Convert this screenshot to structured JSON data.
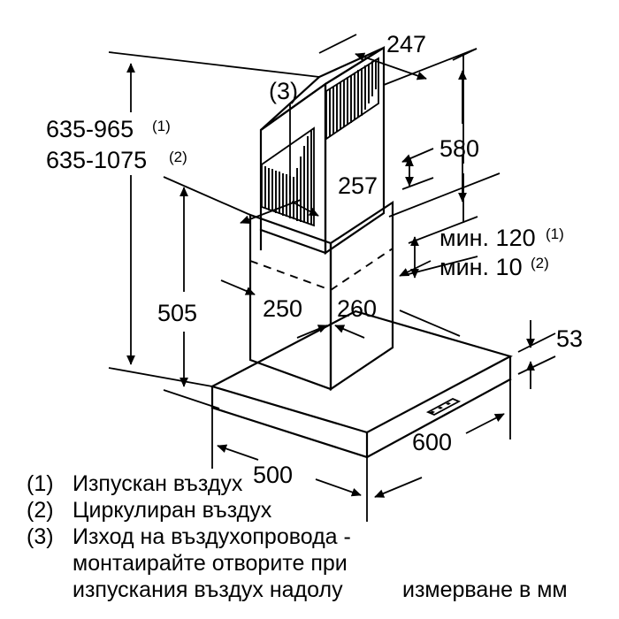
{
  "drawing": {
    "title": "Range hood installation dimension drawing",
    "units_note": "измерване в мм",
    "dimensions": {
      "height_range_1": "635-965",
      "height_range_1_sup": "(1)",
      "height_range_2": "635-1075",
      "height_range_2_sup": "(2)",
      "chimney_upper_depth": "247",
      "chimney_upper_height": "580",
      "chimney_lower_face": "257",
      "canopy_top_to_cooktop": "505",
      "chimney_width_left": "250",
      "chimney_width_right": "260",
      "min_clearance_1_label": "мин. 120",
      "min_clearance_1_sup": "(1)",
      "min_clearance_2_label": "мин. 10",
      "min_clearance_2_sup": "(2)",
      "canopy_thickness": "53",
      "canopy_width": "500",
      "canopy_depth": "600"
    },
    "callouts": {
      "duct_outlet": "(3)"
    },
    "legend": [
      {
        "marker": "(1)",
        "text": "Изпускан въздух"
      },
      {
        "marker": "(2)",
        "text": "Циркулиран въздух"
      },
      {
        "marker": "(3)",
        "text": "Изход на въздухопровода -"
      },
      {
        "marker": "",
        "text": "монтаирайте отворите при"
      },
      {
        "marker": "",
        "text": "изпускания въздух надолу"
      }
    ],
    "colors": {
      "line": "#000000",
      "background": "#ffffff"
    }
  }
}
